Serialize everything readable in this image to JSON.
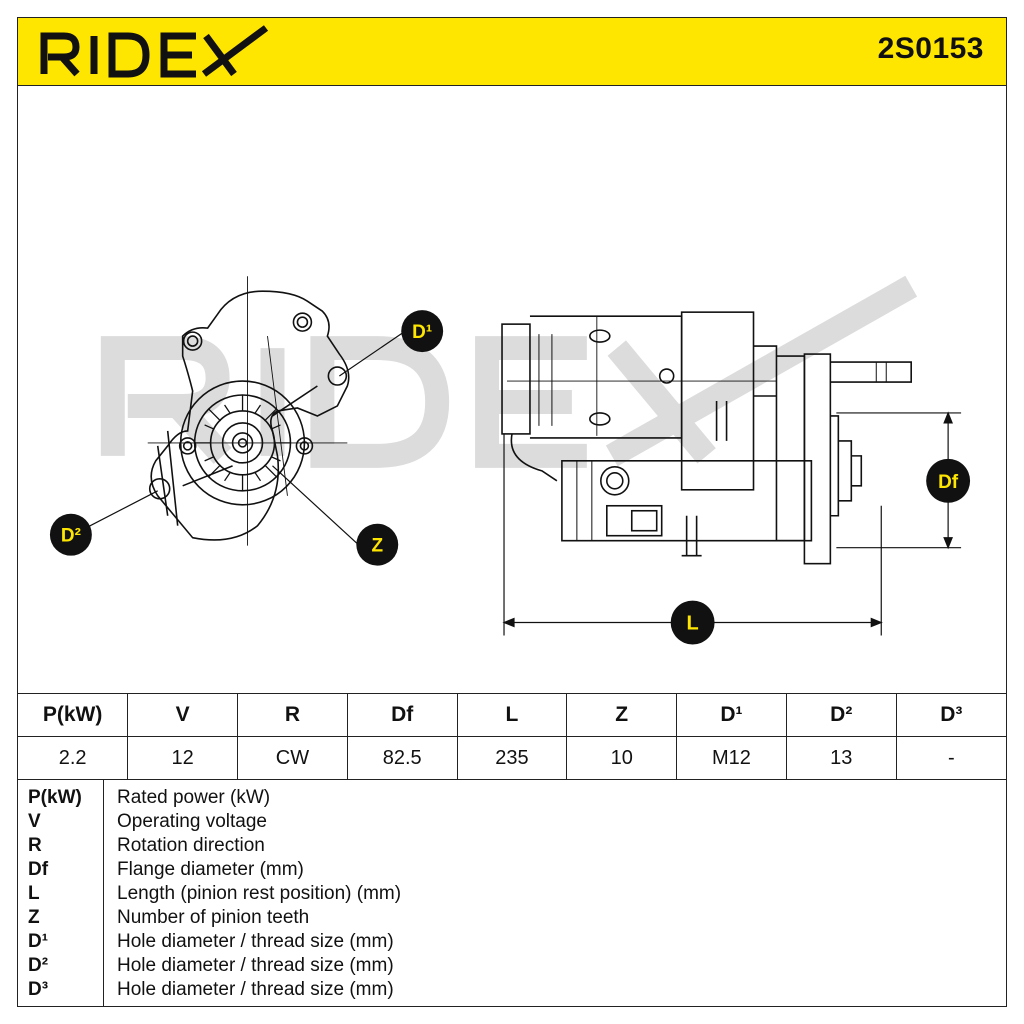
{
  "brand": {
    "name": "RIDEX",
    "part_number": "2S0153"
  },
  "callouts": {
    "d1": "D¹",
    "d2": "D²",
    "z": "Z",
    "df": "Df",
    "l": "L"
  },
  "spec_table": {
    "headers": [
      "P(kW)",
      "V",
      "R",
      "Df",
      "L",
      "Z",
      "D¹",
      "D²",
      "D³"
    ],
    "values": [
      "2.2",
      "12",
      "CW",
      "82.5",
      "235",
      "10",
      "M12",
      "13",
      "-"
    ]
  },
  "legend": [
    {
      "abbr": "P(kW)",
      "desc": "Rated power (kW)"
    },
    {
      "abbr": "V",
      "desc": "Operating voltage"
    },
    {
      "abbr": "R",
      "desc": "Rotation direction"
    },
    {
      "abbr": "Df",
      "desc": "Flange diameter (mm)"
    },
    {
      "abbr": "L",
      "desc": "Length (pinion rest position) (mm)"
    },
    {
      "abbr": "Z",
      "desc": "Number of pinion teeth"
    },
    {
      "abbr": "D¹",
      "desc": "Hole diameter / thread size (mm)"
    },
    {
      "abbr": "D²",
      "desc": "Hole diameter / thread size (mm)"
    },
    {
      "abbr": "D³",
      "desc": "Hole diameter / thread size (mm)"
    }
  ],
  "colors": {
    "accent": "#FFE600",
    "ink": "#111111",
    "watermark": "#d9d9d9"
  }
}
